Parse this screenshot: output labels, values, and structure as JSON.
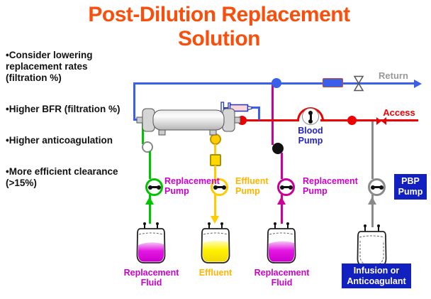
{
  "title": "Post-Dilution Replacement Solution",
  "bullets": [
    "•Consider lowering replacement rates (filtration %)",
    "•Higher BFR (filtration %)",
    "•Higher anticoagulation",
    "•More efficient clearance (>15%)"
  ],
  "diagram": {
    "return_label": "Return",
    "access_label": "Access",
    "blood_pump_label": "Blood Pump",
    "replacement_pump_left_label": "Replacement Pump",
    "effluent_pump_label": "Effluent Pump",
    "replacement_pump_right_label": "Replacement Pump",
    "pbp_pump_label": "PBP Pump",
    "bag_replacement_left_label": "Replacement Fluid",
    "bag_effluent_label": "Effluent",
    "bag_replacement_right_label": "Replacement Fluid",
    "bag_infusion_label": "Infusion or Anticoagulant",
    "icons": {
      "filter": "dialyzer-filter",
      "syringe": "anticoagulant-syringe",
      "return_clamp": "open-clamp-valve",
      "access_clamp": "closed-clamp-valve",
      "pumps": "roller-pump"
    },
    "colors": {
      "title_orange": "#F94E0C",
      "return_blue": "#3A5FE8",
      "access_red": "#EE0000",
      "replacement_green": "#00C400",
      "effluent_yellow": "#FFCC00",
      "replacement_magenta": "#CC0099",
      "pbp_gray": "#8A8A8A",
      "label_magenta": "#CC00CC",
      "label_gold": "#FFB400",
      "label_blue": "#2222CC",
      "label_gray": "#999999",
      "box_blue": "#1320C0",
      "bag_magenta": "#DD00DD",
      "bag_yellow": "#FFF200"
    }
  }
}
